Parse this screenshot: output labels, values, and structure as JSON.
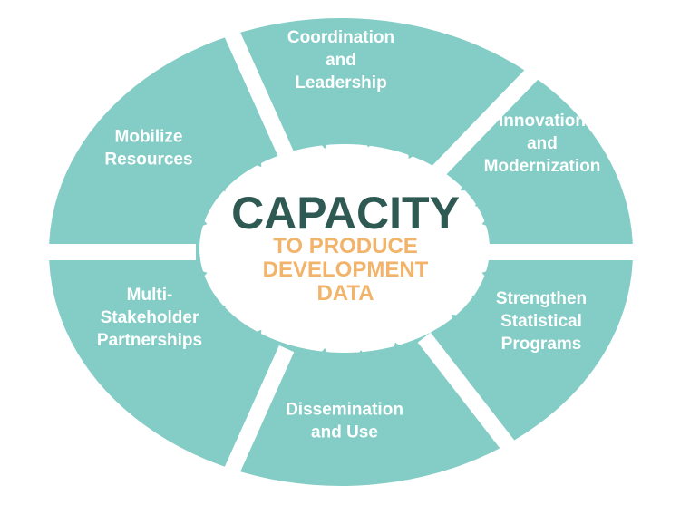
{
  "colors": {
    "segment_fill": "#83cdc6",
    "segment_text": "#ffffff",
    "center_title": "#2f5a54",
    "center_subtitle": "#f2b36a",
    "background": "#ffffff"
  },
  "center": {
    "title": "CAPACITY",
    "subtitle_lines": [
      "TO PRODUCE",
      "DEVELOPMENT",
      "DATA"
    ]
  },
  "segments": [
    {
      "id": "coordination",
      "lines": [
        "Coordination",
        "and",
        "Leadership"
      ]
    },
    {
      "id": "innovation",
      "lines": [
        "Innovation",
        "and",
        "Modernization"
      ]
    },
    {
      "id": "strengthen",
      "lines": [
        "Strengthen",
        "Statistical",
        "Programs"
      ]
    },
    {
      "id": "dissemination",
      "lines": [
        "Dissemination",
        "and Use"
      ]
    },
    {
      "id": "partnerships",
      "lines": [
        "Multi-",
        "Stakeholder",
        "Partnerships"
      ]
    },
    {
      "id": "mobilize",
      "lines": [
        "Mobilize",
        "Resources"
      ]
    }
  ]
}
